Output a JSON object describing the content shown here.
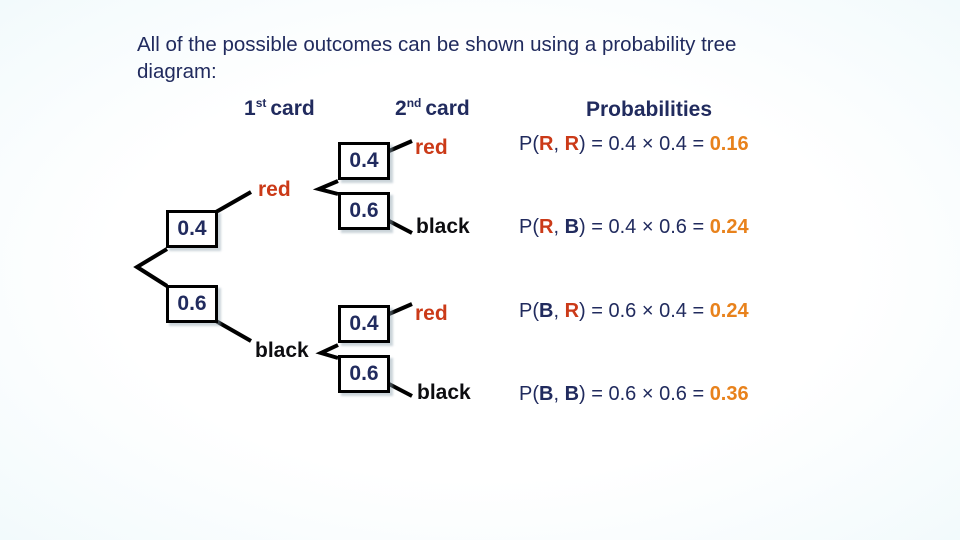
{
  "slide": {
    "title": "All of the possible outcomes can be shown using a probability tree diagram:"
  },
  "headers": {
    "first_card": {
      "num": "1",
      "sup": "st",
      "word": "card"
    },
    "second_card": {
      "num": "2",
      "sup": "nd",
      "word": "card"
    },
    "probabilities": "Probabilities"
  },
  "tree": {
    "level1": {
      "top_prob": "0.4",
      "top_label": "red",
      "bottom_prob": "0.6",
      "bottom_label": "black"
    },
    "after_red": {
      "top_prob": "0.4",
      "top_label": "red",
      "bottom_prob": "0.6",
      "bottom_label": "black"
    },
    "after_black": {
      "top_prob": "0.4",
      "top_label": "red",
      "bottom_prob": "0.6",
      "bottom_label": "black"
    }
  },
  "probability_rows": [
    {
      "prefix": "P(",
      "first": "R",
      "separator": ", ",
      "second": "R",
      "equation": ") = 0.4 × 0.4 = ",
      "result": "0.16"
    },
    {
      "prefix": "P(",
      "first": "R",
      "separator": ", ",
      "second": "B",
      "equation": ") = 0.4 × 0.6 = ",
      "result": "0.24"
    },
    {
      "prefix": "P(",
      "first": "B",
      "separator": ", ",
      "second": "R",
      "equation": ") = 0.6 × 0.4 = ",
      "result": "0.24"
    },
    {
      "prefix": "P(",
      "first": "B",
      "separator": ", ",
      "second": "B",
      "equation": ") = 0.6 × 0.6 = ",
      "result": "0.36"
    }
  ],
  "colors": {
    "navy_text": "#212b5e",
    "red_accent": "#cb3a18",
    "orange_result": "#e8821c",
    "line_black": "#000000"
  }
}
